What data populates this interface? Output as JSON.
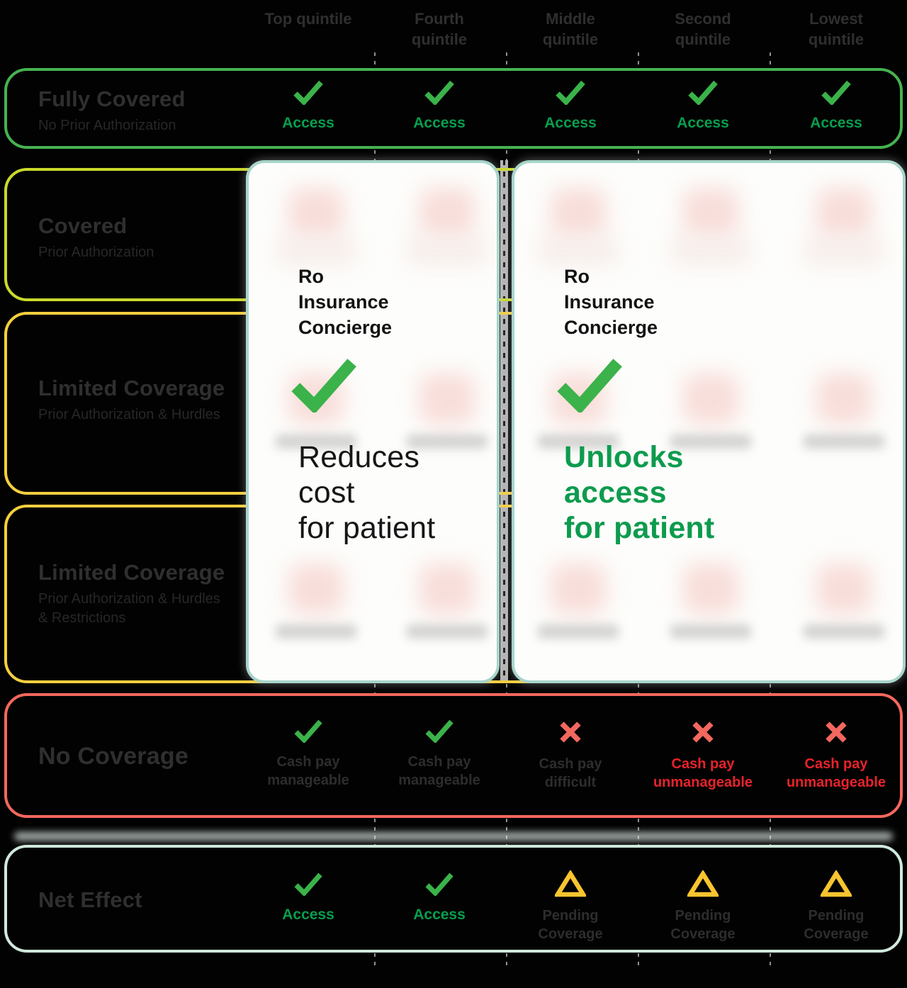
{
  "columns": [
    "Top quintile",
    "Fourth quintile",
    "Middle quintile",
    "Second quintile",
    "Lowest quintile"
  ],
  "rows": [
    {
      "title": "Fully Covered",
      "subtitle": "No Prior Authorization",
      "cells": [
        {
          "icon": "check-icon",
          "label": "Access"
        },
        {
          "icon": "check-icon",
          "label": "Access"
        },
        {
          "icon": "check-icon",
          "label": "Access"
        },
        {
          "icon": "check-icon",
          "label": "Access"
        },
        {
          "icon": "check-icon",
          "label": "Access"
        }
      ]
    },
    {
      "title": "Covered",
      "subtitle": "Prior Authorization"
    },
    {
      "title": "Limited Coverage",
      "subtitle": "Prior Authorization & Hurdles"
    },
    {
      "title": "Limited Coverage",
      "subtitle": "Prior Authorization & Hurdles\n& Restrictions"
    },
    {
      "title": "No Coverage",
      "cells": [
        {
          "icon": "check-icon",
          "label": "Cash pay\nmanageable"
        },
        {
          "icon": "check-icon",
          "label": "Cash pay\nmanageable"
        },
        {
          "icon": "x-icon",
          "label": "Cash pay\ndifficult"
        },
        {
          "icon": "x-icon",
          "label": "Cash pay\nunmanageable"
        },
        {
          "icon": "x-icon",
          "label": "Cash pay\nunmanageable"
        }
      ]
    },
    {
      "title": "Net Effect",
      "cells": [
        {
          "icon": "check-icon",
          "label": "Access"
        },
        {
          "icon": "check-icon",
          "label": "Access"
        },
        {
          "icon": "warning-triangle-icon",
          "label": "Pending Coverage"
        },
        {
          "icon": "warning-triangle-icon",
          "label": "Pending Coverage"
        },
        {
          "icon": "warning-triangle-icon",
          "label": "Pending Coverage"
        }
      ]
    }
  ],
  "cards": [
    {
      "brand": "Ro\nInsurance\nConcierge",
      "headline": "Reduces\ncost\nfor patient"
    },
    {
      "brand": "Ro\nInsurance\nConcierge",
      "headline": "Unlocks\naccess\nfor patient"
    }
  ],
  "colors": {
    "background": "#020202",
    "check_green": "#3bb24a",
    "access_green": "#089e4e",
    "x_red": "#f2685f",
    "alert_red": "#e7232b",
    "warning_yellow": "#f9c42f",
    "row_border_fully_covered": "#46b24f",
    "row_border_covered": "#c9da2b",
    "row_border_limited": "#f5cf3f",
    "row_border_no_coverage": "#f4685d",
    "row_border_net_effect": "#cfe9dc",
    "card_border": "#a7d4ca",
    "card_background": "#fdfdfb",
    "headline_green": "#0d9b4e"
  }
}
